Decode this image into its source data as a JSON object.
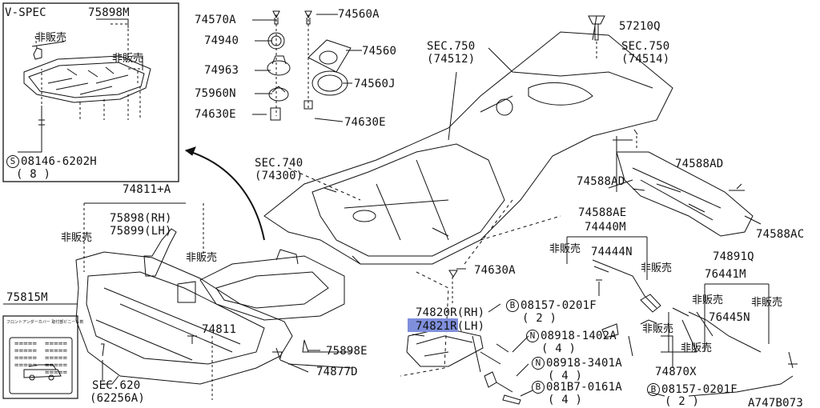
{
  "vspec": {
    "title": "V-SPEC",
    "part": "75898M",
    "not_sold_1": "非販売",
    "not_sold_2": "非販売",
    "bolt_code": "08146-6202H",
    "bolt_qty": "( 8 )",
    "bolt_mark": "S"
  },
  "labels": {
    "p74570A": "74570A",
    "p74560A": "74560A",
    "p74940": "74940",
    "p74560": "74560",
    "p74963": "74963",
    "p74560J": "74560J",
    "p75960N": "75960N",
    "p74630E_l": "74630E",
    "p74630E_r": "74630E",
    "p57210Q": "57210Q",
    "sec750a": "SEC.750",
    "sec750a_n": "(74512)",
    "sec750b": "SEC.750",
    "sec750b_n": "(74514)",
    "sec740": "SEC.740",
    "sec740_n": "(74300)",
    "p74588AD_l": "74588AD",
    "p74588AD_r": "74588AD",
    "p74588AE": "74588AE",
    "p74588AC": "74588AC",
    "p74811A": "74811+A",
    "p75898RH": "75898(RH)",
    "p75899LH": "75899(LH)",
    "ns_a": "非販売",
    "ns_b": "非販売",
    "p75815M": "75815M",
    "p74811": "74811",
    "p75898E": "75898E",
    "p74877D": "74877D",
    "sec620": "SEC.620",
    "sec620_n": "(62256A)",
    "p74630A": "74630A",
    "p74820R": "74820R(RH)",
    "p74821R": "74821R(LH)",
    "p74440M": "74440M",
    "ns_c": "非販売",
    "p74444N": "74444N",
    "ns_d": "非販売",
    "p08157a": "08157-0201F",
    "q08157a": "( 2 )",
    "p08918a": "08918-1402A",
    "q08918a": "( 4 )",
    "p08918b": "08918-3401A",
    "q08918b": "( 4 )",
    "p081B7": "081B7-0161A",
    "q081B7": "( 4 )",
    "ns_e": "非販売",
    "p74891Q": "74891Q",
    "p76441M": "76441M",
    "ns_f": "非販売",
    "ns_g": "非販売",
    "p76445N": "76445N",
    "ns_h": "非販売",
    "p74870X": "74870X",
    "p08157b": "08157-0201F",
    "q08157b": "( 2 )",
    "code": "A747B073",
    "mark_B": "B",
    "mark_N": "N",
    "tag_title": "フロントアンダーカバー 取付部ビニール剤",
    "tag_lines": "=====\n=====\n=====\n=====",
    "tag_lines_r": "=====\n=====\n=====\n=====\n====="
  },
  "colors": {
    "highlight": "#7f8fdc",
    "ink": "#111111"
  }
}
